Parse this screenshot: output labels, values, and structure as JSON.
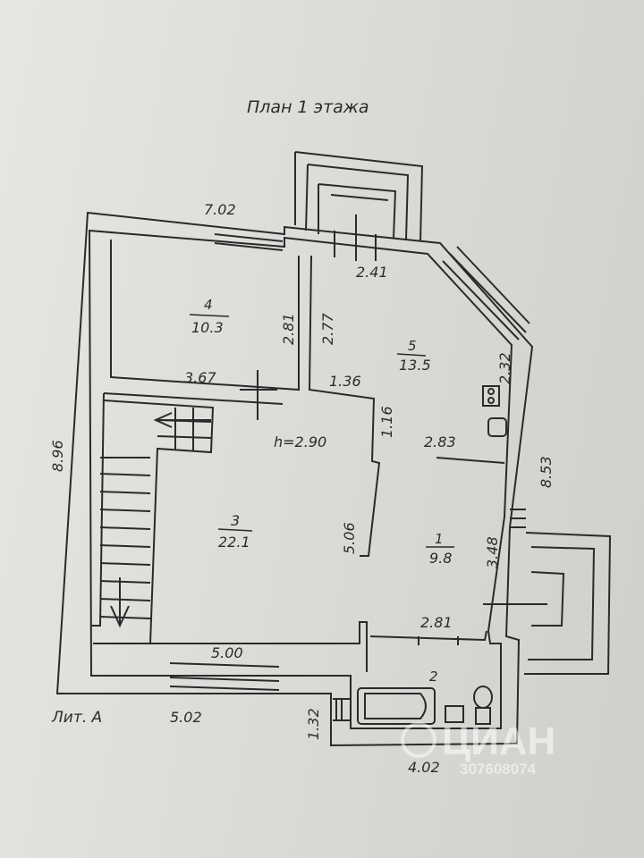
{
  "title": "План 1 этажа",
  "litera": "Лит. А",
  "ceiling_height": "h=2.90",
  "rooms": [
    {
      "number": "4",
      "area": "10.3"
    },
    {
      "number": "5",
      "area": "13.5"
    },
    {
      "number": "3",
      "area": "22.1"
    },
    {
      "number": "1",
      "area": "9.8"
    },
    {
      "number": "2",
      "area": ""
    }
  ],
  "dimensions": {
    "top_width": "7.02",
    "porch_opening": "2.41",
    "room4_right": "2.81",
    "room5_left": "2.77",
    "room4_bottom": "3.67",
    "wall_136": "1.36",
    "room5_right": "2.32",
    "wall_116": "1.16",
    "wall_283": "2.83",
    "left_height": "8.96",
    "right_height": "8.53",
    "wall_506": "5.06",
    "room1_right": "3.48",
    "room2_top": "2.81",
    "room3_bottom": "5.00",
    "bottom_left": "5.02",
    "bath_left": "1.32",
    "bottom_right": "4.02"
  },
  "watermark": {
    "brand": "ЦИАН",
    "id": "307608074"
  }
}
